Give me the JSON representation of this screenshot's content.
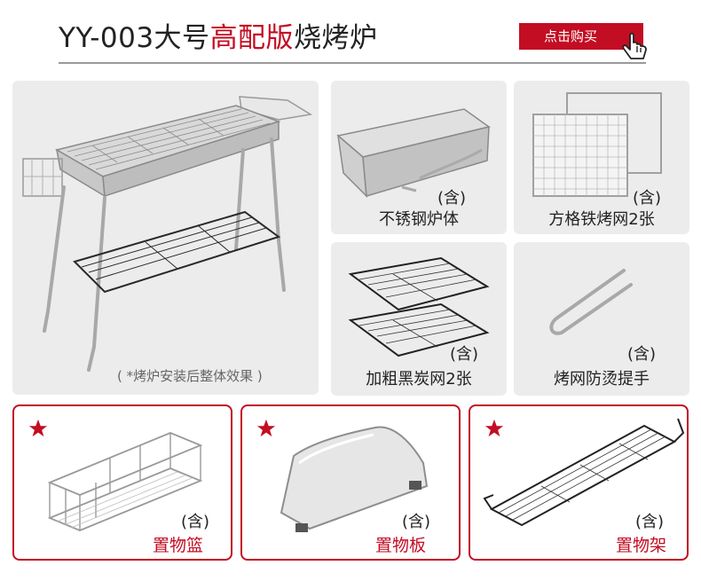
{
  "header": {
    "title_prefix": "YY-003大号",
    "title_highlight": "高配版",
    "title_suffix": "烧烤炉",
    "buy_label": "点击购买",
    "accent": "#c30d23"
  },
  "products": {
    "main": {
      "note": "( *烤炉安装后整体效果 )"
    },
    "items": [
      {
        "included": "(含)",
        "label": "不锈钢炉体"
      },
      {
        "included": "(含)",
        "label": "方格铁烤网2张"
      },
      {
        "included": "(含)",
        "label": "加粗黑炭网2张"
      },
      {
        "included": "(含)",
        "label": "烤网防烫提手"
      }
    ]
  },
  "accessories": [
    {
      "included": "(含)",
      "label": "置物篮",
      "icon": "star-icon"
    },
    {
      "included": "(含)",
      "label": "置物板",
      "icon": "star-icon"
    },
    {
      "included": "(含)",
      "label": "置物架",
      "icon": "star-icon"
    }
  ]
}
